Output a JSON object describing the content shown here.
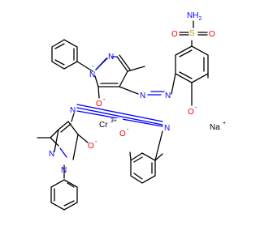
{
  "molecule": {
    "atoms": {
      "nh2": "NH",
      "nh2_sub": "2",
      "s": "S",
      "o_sulfonyl_left": "O",
      "o_sulfonyl_right": "O",
      "n_pyr1_top": "N",
      "n_pyr1_ring": "N",
      "o_pyr1": "O",
      "o_pyr1_charge": "-",
      "n_pyr1_neg": "-",
      "n_azo1_a": "N",
      "n_azo1_b": "N",
      "o_phenolate": "O",
      "o_phenolate_charge": "-",
      "n_azo2_a": "N",
      "n_azo2_b": "N",
      "cr": "Cr",
      "cr_charge": "3+",
      "o_phenol2": "O",
      "o_phenol2_charge": "-",
      "n_pyr2_top": "N",
      "n_pyr2_ring": "N",
      "o_pyr2": "O",
      "o_pyr2_charge": "-",
      "na": "Na",
      "na_charge": "+"
    }
  }
}
